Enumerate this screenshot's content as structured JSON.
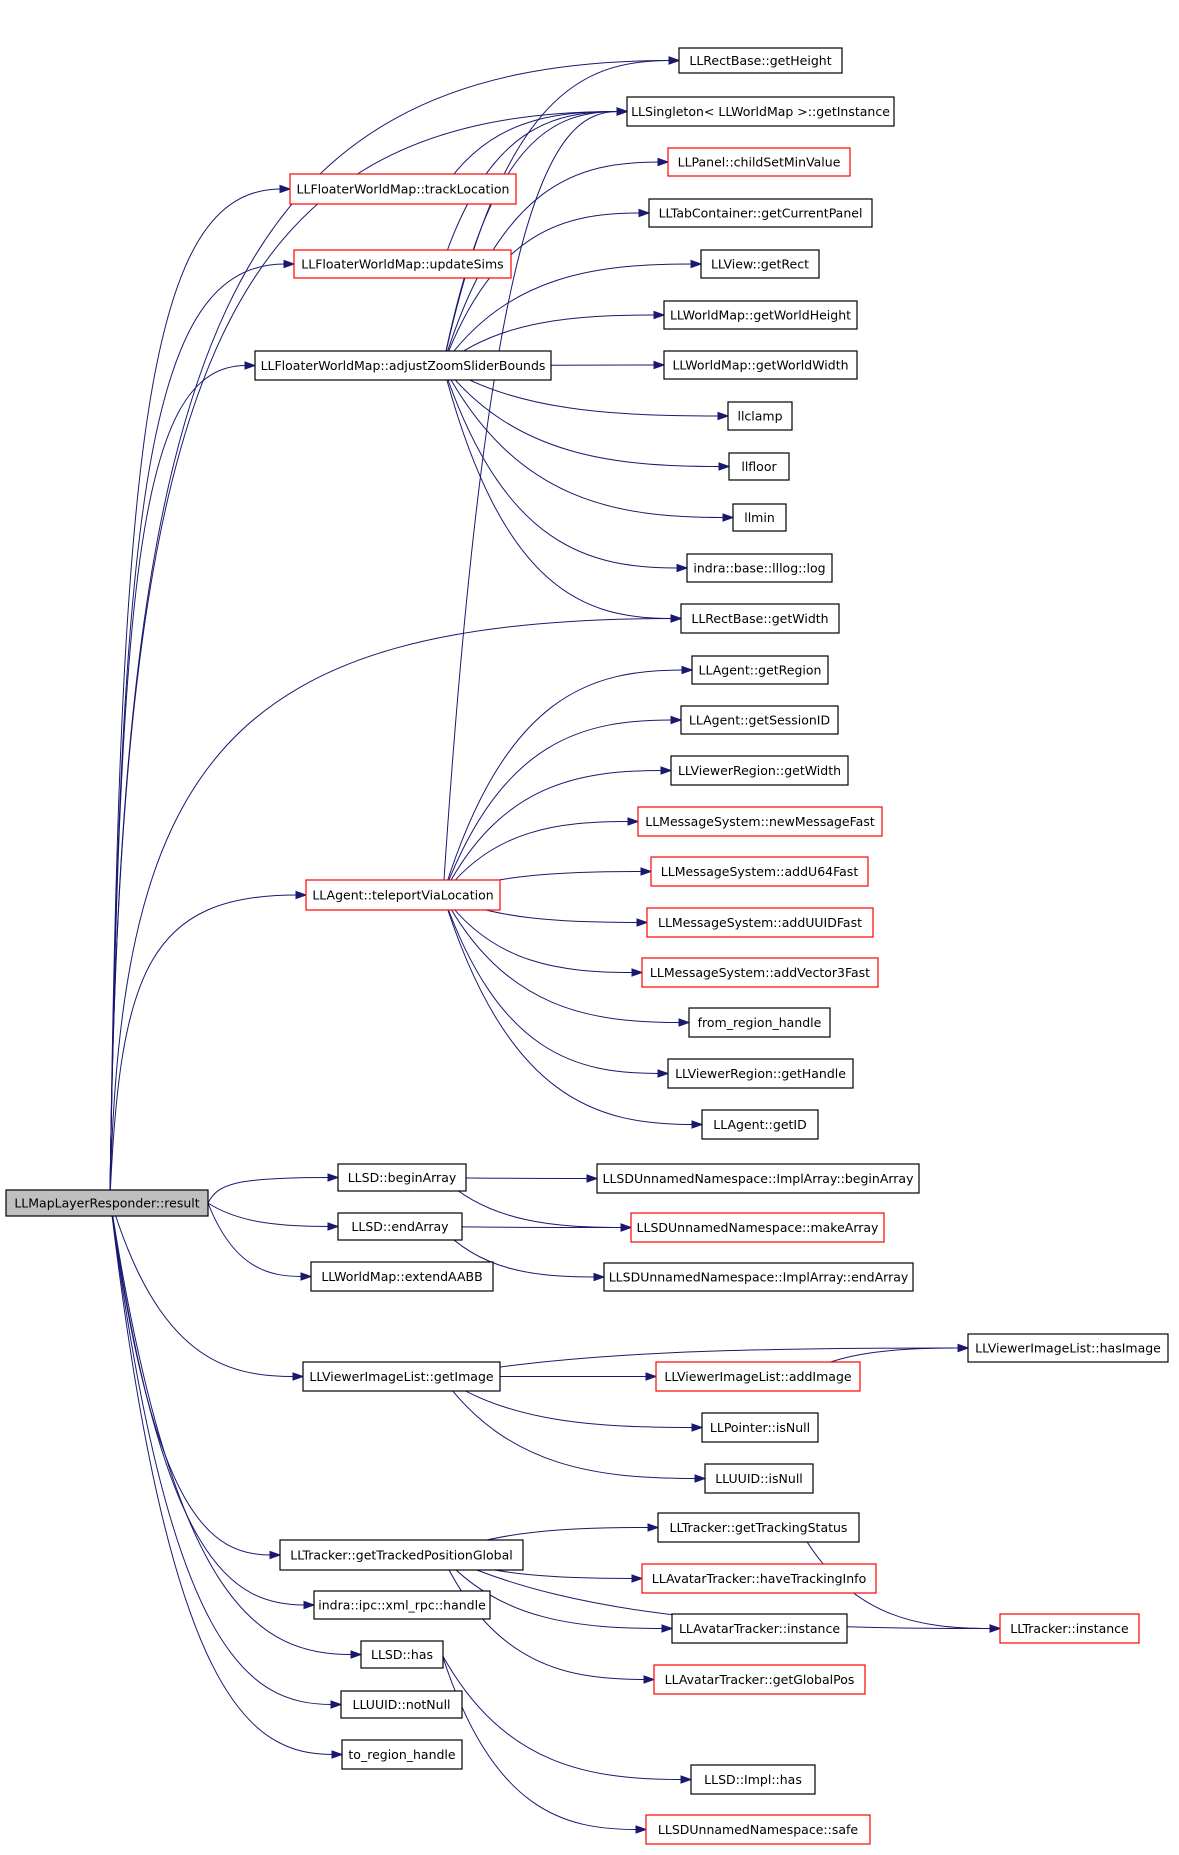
{
  "nodes": [
    {
      "id": "root",
      "label": "LLMapLayerResponder::result",
      "border": "black",
      "root": true
    },
    {
      "id": "getHeight",
      "label": "LLRectBase::getHeight",
      "border": "black"
    },
    {
      "id": "getInstance",
      "label": "LLSingleton< LLWorldMap >::getInstance",
      "border": "black"
    },
    {
      "id": "childSetMinValue",
      "label": "LLPanel::childSetMinValue",
      "border": "red"
    },
    {
      "id": "getCurrentPanel",
      "label": "LLTabContainer::getCurrentPanel",
      "border": "black"
    },
    {
      "id": "getRect",
      "label": "LLView::getRect",
      "border": "black"
    },
    {
      "id": "getWorldHeight",
      "label": "LLWorldMap::getWorldHeight",
      "border": "black"
    },
    {
      "id": "getWorldWidth",
      "label": "LLWorldMap::getWorldWidth",
      "border": "black"
    },
    {
      "id": "llclamp",
      "label": "llclamp",
      "border": "black"
    },
    {
      "id": "llfloor",
      "label": "llfloor",
      "border": "black"
    },
    {
      "id": "llmin",
      "label": "llmin",
      "border": "black"
    },
    {
      "id": "log",
      "label": "indra::base::lllog::log",
      "border": "black"
    },
    {
      "id": "getWidth",
      "label": "LLRectBase::getWidth",
      "border": "black"
    },
    {
      "id": "getRegion",
      "label": "LLAgent::getRegion",
      "border": "black"
    },
    {
      "id": "getSessionID",
      "label": "LLAgent::getSessionID",
      "border": "black"
    },
    {
      "id": "vrGetWidth",
      "label": "LLViewerRegion::getWidth",
      "border": "black"
    },
    {
      "id": "newMessageFast",
      "label": "LLMessageSystem::newMessageFast",
      "border": "red"
    },
    {
      "id": "addU64Fast",
      "label": "LLMessageSystem::addU64Fast",
      "border": "red"
    },
    {
      "id": "addUUIDFast",
      "label": "LLMessageSystem::addUUIDFast",
      "border": "red"
    },
    {
      "id": "addVector3Fast",
      "label": "LLMessageSystem::addVector3Fast",
      "border": "red"
    },
    {
      "id": "fromRegionHandle",
      "label": "from_region_handle",
      "border": "black"
    },
    {
      "id": "getHandle",
      "label": "LLViewerRegion::getHandle",
      "border": "black"
    },
    {
      "id": "getID",
      "label": "LLAgent::getID",
      "border": "black"
    },
    {
      "id": "trackLocation",
      "label": "LLFloaterWorldMap::trackLocation",
      "border": "red"
    },
    {
      "id": "updateSims",
      "label": "LLFloaterWorldMap::updateSims",
      "border": "red"
    },
    {
      "id": "adjustZoom",
      "label": "LLFloaterWorldMap::adjustZoomSliderBounds",
      "border": "black"
    },
    {
      "id": "teleportVia",
      "label": "LLAgent::teleportViaLocation",
      "border": "red"
    },
    {
      "id": "beginArray",
      "label": "LLSD::beginArray",
      "border": "black"
    },
    {
      "id": "endArray",
      "label": "LLSD::endArray",
      "border": "black"
    },
    {
      "id": "extendAABB",
      "label": "LLWorldMap::extendAABB",
      "border": "black"
    },
    {
      "id": "getImage",
      "label": "LLViewerImageList::getImage",
      "border": "black"
    },
    {
      "id": "getTrackedPos",
      "label": "LLTracker::getTrackedPositionGlobal",
      "border": "black"
    },
    {
      "id": "xmlrpcHandle",
      "label": "indra::ipc::xml_rpc::handle",
      "border": "black"
    },
    {
      "id": "llsdHas",
      "label": "LLSD::has",
      "border": "black"
    },
    {
      "id": "notNull",
      "label": "LLUUID::notNull",
      "border": "black"
    },
    {
      "id": "toRegionHandle",
      "label": "to_region_handle",
      "border": "black"
    },
    {
      "id": "implBeginArray",
      "label": "LLSDUnnamedNamespace::ImplArray::beginArray",
      "border": "black"
    },
    {
      "id": "makeArray",
      "label": "LLSDUnnamedNamespace::makeArray",
      "border": "red"
    },
    {
      "id": "implEndArray",
      "label": "LLSDUnnamedNamespace::ImplArray::endArray",
      "border": "black"
    },
    {
      "id": "hasImage",
      "label": "LLViewerImageList::hasImage",
      "border": "black"
    },
    {
      "id": "addImage",
      "label": "LLViewerImageList::addImage",
      "border": "red"
    },
    {
      "id": "ptrIsNull",
      "label": "LLPointer::isNull",
      "border": "black"
    },
    {
      "id": "uuidIsNull",
      "label": "LLUUID::isNull",
      "border": "black"
    },
    {
      "id": "getTrackingStatus",
      "label": "LLTracker::getTrackingStatus",
      "border": "black"
    },
    {
      "id": "haveTrackingInfo",
      "label": "LLAvatarTracker::haveTrackingInfo",
      "border": "red"
    },
    {
      "id": "avatarInstance",
      "label": "LLAvatarTracker::instance",
      "border": "black"
    },
    {
      "id": "getGlobalPos",
      "label": "LLAvatarTracker::getGlobalPos",
      "border": "red"
    },
    {
      "id": "trackerInstance",
      "label": "LLTracker::instance",
      "border": "red"
    },
    {
      "id": "implHas",
      "label": "LLSD::Impl::has",
      "border": "black"
    },
    {
      "id": "safe",
      "label": "LLSDUnnamedNamespace::safe",
      "border": "red"
    }
  ],
  "edges": [
    [
      "root",
      "getHeight"
    ],
    [
      "root",
      "getInstance"
    ],
    [
      "root",
      "trackLocation"
    ],
    [
      "root",
      "updateSims"
    ],
    [
      "root",
      "adjustZoom"
    ],
    [
      "root",
      "getWidth"
    ],
    [
      "root",
      "teleportVia"
    ],
    [
      "root",
      "beginArray"
    ],
    [
      "root",
      "endArray"
    ],
    [
      "root",
      "extendAABB"
    ],
    [
      "root",
      "getImage"
    ],
    [
      "root",
      "getTrackedPos"
    ],
    [
      "root",
      "xmlrpcHandle"
    ],
    [
      "root",
      "llsdHas"
    ],
    [
      "root",
      "notNull"
    ],
    [
      "root",
      "toRegionHandle"
    ],
    [
      "trackLocation",
      "getInstance"
    ],
    [
      "updateSims",
      "getInstance"
    ],
    [
      "adjustZoom",
      "getHeight"
    ],
    [
      "adjustZoom",
      "getInstance"
    ],
    [
      "adjustZoom",
      "childSetMinValue"
    ],
    [
      "adjustZoom",
      "getCurrentPanel"
    ],
    [
      "adjustZoom",
      "getRect"
    ],
    [
      "adjustZoom",
      "getWorldHeight"
    ],
    [
      "adjustZoom",
      "getWorldWidth"
    ],
    [
      "adjustZoom",
      "llclamp"
    ],
    [
      "adjustZoom",
      "llfloor"
    ],
    [
      "adjustZoom",
      "llmin"
    ],
    [
      "adjustZoom",
      "log"
    ],
    [
      "adjustZoom",
      "getWidth"
    ],
    [
      "teleportVia",
      "getInstance"
    ],
    [
      "teleportVia",
      "getRegion"
    ],
    [
      "teleportVia",
      "getSessionID"
    ],
    [
      "teleportVia",
      "vrGetWidth"
    ],
    [
      "teleportVia",
      "newMessageFast"
    ],
    [
      "teleportVia",
      "addU64Fast"
    ],
    [
      "teleportVia",
      "addUUIDFast"
    ],
    [
      "teleportVia",
      "addVector3Fast"
    ],
    [
      "teleportVia",
      "fromRegionHandle"
    ],
    [
      "teleportVia",
      "getHandle"
    ],
    [
      "teleportVia",
      "getID"
    ],
    [
      "beginArray",
      "implBeginArray"
    ],
    [
      "beginArray",
      "makeArray"
    ],
    [
      "endArray",
      "makeArray"
    ],
    [
      "endArray",
      "implEndArray"
    ],
    [
      "getImage",
      "hasImage"
    ],
    [
      "getImage",
      "addImage"
    ],
    [
      "getImage",
      "ptrIsNull"
    ],
    [
      "getImage",
      "uuidIsNull"
    ],
    [
      "addImage",
      "hasImage"
    ],
    [
      "getTrackedPos",
      "getTrackingStatus"
    ],
    [
      "getTrackedPos",
      "haveTrackingInfo"
    ],
    [
      "getTrackedPos",
      "avatarInstance"
    ],
    [
      "getTrackedPos",
      "getGlobalPos"
    ],
    [
      "getTrackedPos",
      "trackerInstance"
    ],
    [
      "getTrackingStatus",
      "trackerInstance"
    ],
    [
      "llsdHas",
      "implHas"
    ],
    [
      "llsdHas",
      "safe"
    ]
  ]
}
